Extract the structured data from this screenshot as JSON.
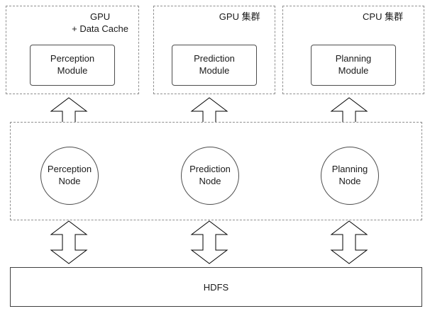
{
  "diagram": {
    "clusters": [
      {
        "label": "GPU\n+ Data Cache",
        "module": "Perception\nModule"
      },
      {
        "label": "GPU 集群",
        "module": "Prediction\nModule"
      },
      {
        "label": "CPU 集群",
        "module": "Planning\nModule"
      }
    ],
    "nodes": [
      {
        "label": "Perception\nNode"
      },
      {
        "label": "Prediction\nNode"
      },
      {
        "label": "Planning\nNode"
      }
    ],
    "storage": {
      "label": "HDFS"
    },
    "colors": {
      "line": "#000000",
      "dashed_border": "#8f8f8f",
      "background": "#ffffff"
    }
  }
}
